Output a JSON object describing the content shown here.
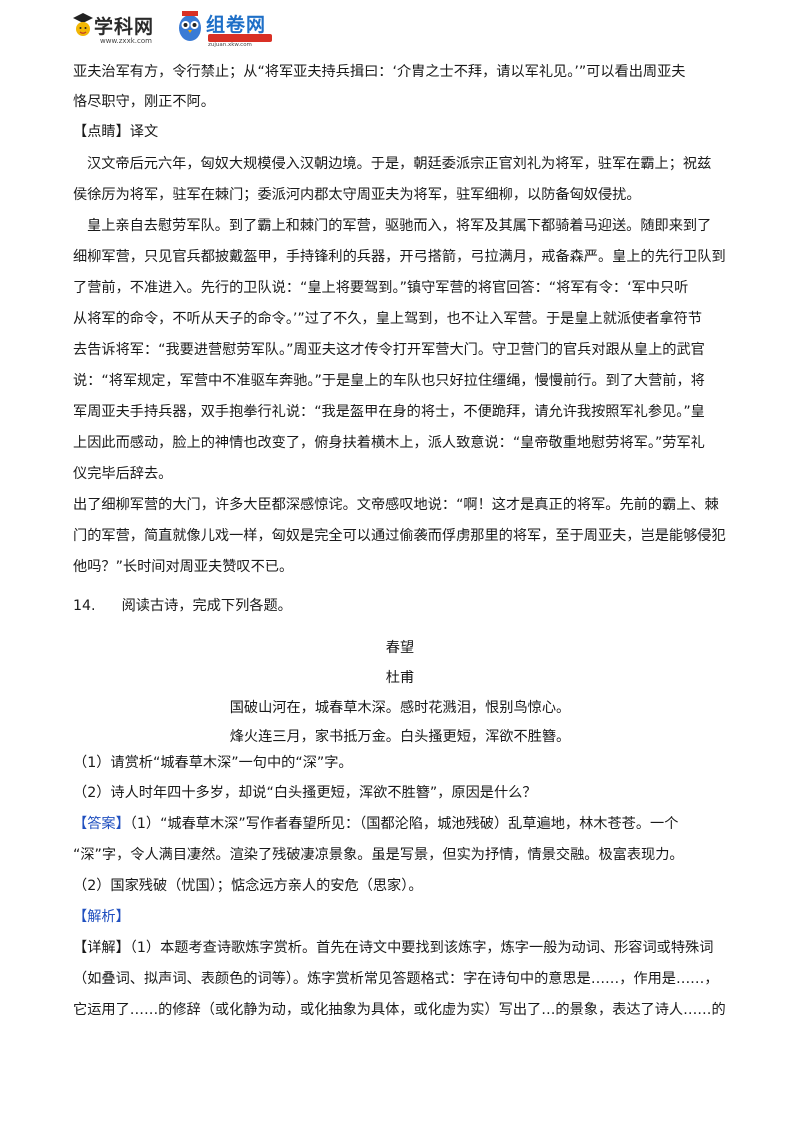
{
  "header": {
    "logo1_name": "学科网",
    "logo1_url": "www.zxxk.com",
    "logo2_name": "组卷网",
    "logo2_url": "zujuan.xkw.com"
  },
  "lines": [
    "亚夫治军有方，令行禁止；从“将军亚夫持兵揖曰：‘介胄之士不拜，请以军礼见。’”可以看出周亚夫",
    "恪尽职守，刚正不阿。"
  ],
  "dianjing_label": "【点睛】",
  "dianjing_title": "译文",
  "translation_p1": [
    "汉文帝后元六年，匈奴大规模侵入汉朝边境。于是，朝廷委派宗正官刘礼为将军，驻军在霸上；祝兹",
    "侯徐厉为将军，驻军在棘门；委派河内郡太守周亚夫为将军，驻军细柳，以防备匈奴侵扰。"
  ],
  "translation_p2": [
    "皇上亲自去慰劳军队。到了霸上和棘门的军营，驱驰而入，将军及其属下都骑着马迎送。随即来到了",
    "细柳军营，只见官兵都披戴盔甲，手持锋利的兵器，开弓搭箭，弓拉满月，戒备森严。皇上的先行卫队到",
    "了营前，不准进入。先行的卫队说：“皇上将要驾到。”镇守军营的将官回答：“将军有令：‘军中只听",
    "从将军的命令，不听从天子的命令。’”过了不久，皇上驾到，也不让入军营。于是皇上就派使者拿符节",
    "去告诉将军：“我要进营慰劳军队。”周亚夫这才传令打开军营大门。守卫营门的官兵对跟从皇上的武官",
    "说：“将军规定，军营中不准驱车奔驰。”于是皇上的车队也只好拉住缰绳，慢慢前行。到了大营前，将",
    "军周亚夫手持兵器，双手抱拳行礼说：“我是盔甲在身的将士，不便跪拜，请允许我按照军礼参见。”皇",
    "上因此而感动，脸上的神情也改变了，俯身扶着横木上，派人致意说：“皇帝敬重地慰劳将军。”劳军礼",
    "仪完毕后辞去。"
  ],
  "translation_p3": [
    "出了细柳军营的大门，许多大臣都深感惊诧。文帝感叹地说：“啊！这才是真正的将军。先前的霸上、棘",
    "门的军营，简直就像儿戏一样，匈奴是完全可以通过偷袭而俘虏那里的将军，至于周亚夫，岂是能够侵犯",
    "他吗？”长时间对周亚夫赞叹不已。"
  ],
  "question": {
    "number": "14.",
    "prompt": "阅读古诗，完成下列各题。",
    "poem_title": "春望",
    "poem_author": "杜甫",
    "poem_line1": "国破山河在，城春草木深。感时花溅泪，恨别鸟惊心。",
    "poem_line2": "烽火连三月，家书抵万金。白头搔更短，浑欲不胜簪。",
    "q1": "（1）请赏析“城春草木深”一句中的“深”字。",
    "q2": "（2）诗人时年四十多岁，却说“白头搔更短，浑欲不胜簪”，原因是什么？"
  },
  "answer": {
    "label": "【答案】",
    "line1": "（1）“城春草木深”写作者春望所见：（国都沦陷，城池残破）乱草遍地，林木苍苍。一个",
    "line2": "“深”字，令人满目凄然。渲染了残破凄凉景象。虽是写景，但实为抒情，情景交融。极富表现力。",
    "line3": "（2）国家残破（忧国）；惦念远方亲人的安危（思家）。"
  },
  "analysis": {
    "label": "【解析】",
    "detail_label": "【详解】",
    "lines": [
      "（1）本题考查诗歌炼字赏析。首先在诗文中要找到该炼字，炼字一般为动词、形容词或特殊词",
      "（如叠词、拟声词、表颜色的词等）。炼字赏析常见答题格式：字在诗句中的意思是……，作用是……，",
      "它运用了……的修辞（或化静为动，或化抽象为具体，或化虚为实）写出了…的景象，表达了诗人……的"
    ]
  },
  "colors": {
    "answer_blue": "#1f4fbf",
    "text": "#1a1a1a",
    "logo_blue": "#1e6fc7",
    "logo_red": "#d93025"
  }
}
